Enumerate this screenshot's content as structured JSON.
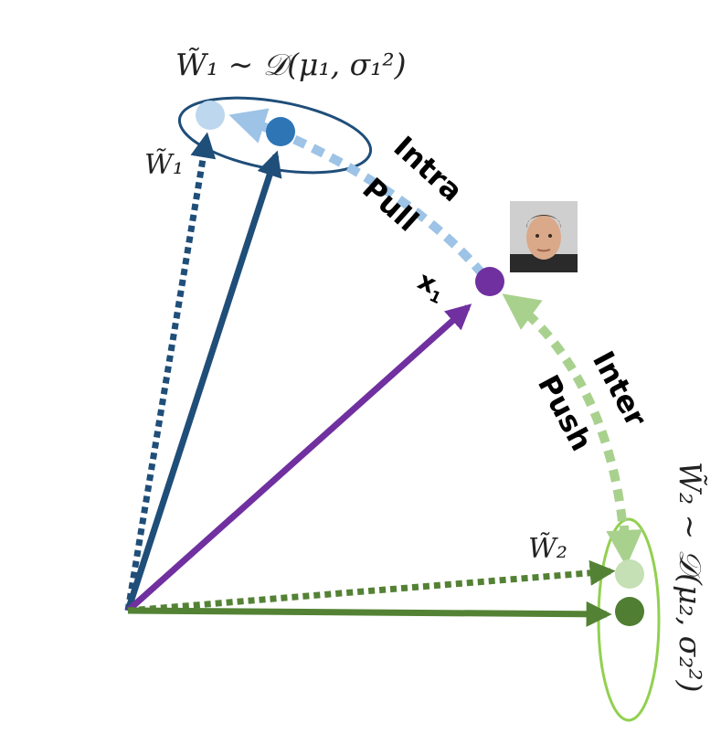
{
  "colors": {
    "class1_dark": "#1f4e79",
    "class1_point": "#2e75b6",
    "class1_light": "#bdd7ee",
    "class1_pull": "#9dc3e6",
    "sample": "#7030a0",
    "class2_dark": "#548235",
    "class2_point": "#507e32",
    "class2_light": "#c5e0b4",
    "class2_ellipse": "#92d050",
    "class2_push": "#a9d18e"
  },
  "labels": {
    "w1_dist": "W̃₁ ∼ 𝒟(μ₁, σ₁²)",
    "w1": "W̃₁",
    "w2": "W̃₂",
    "w2_dist": "W̃₂ ∼ 𝒟(μ₂, σ₂²)",
    "x1": "x",
    "x1_sub": "1",
    "intra": "Intra",
    "pull": "Pull",
    "inter": "Inter",
    "push": "Push"
  },
  "icons": {
    "face": "face-photo-icon"
  }
}
